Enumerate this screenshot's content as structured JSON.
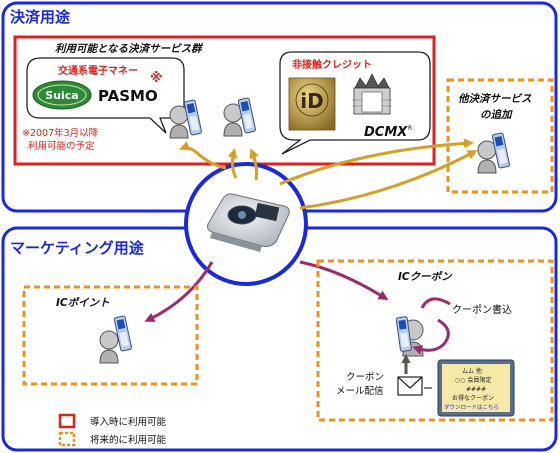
{
  "payment_section": {
    "title": "決済用途",
    "services_group_label": "利用可能となる決済サービス群",
    "transit_bubble": {
      "label": "交通系電子マネー",
      "brands": [
        "Suica",
        "PASMO"
      ],
      "asterisk": "※"
    },
    "credit_bubble": {
      "label": "非接触クレジット",
      "brands": [
        "iD",
        "DCMX"
      ],
      "trademark": "R"
    },
    "footnote_line1": "※2007年3月以降",
    "footnote_line2": "利用可能の予定",
    "future_services_line1": "他決済サービス",
    "future_services_line2": "の追加"
  },
  "marketing_section": {
    "title": "マーケティング用途",
    "ic_point_label": "ICポイント",
    "ic_coupon_label": "ICクーポン",
    "coupon_write_label": "クーポン書込",
    "coupon_mail_line1": "クーポン",
    "coupon_mail_line2": "メール配信",
    "coupon_screen_lines": [
      "ムム 他",
      "○○ 会員限定",
      "####",
      "お得なクーポン",
      "ダウンロードはこちら"
    ]
  },
  "legend": {
    "items": [
      {
        "label": "導入時に利用可能",
        "style": "solid",
        "color": "#e0201c"
      },
      {
        "label": "将来的に利用可能",
        "style": "dashed",
        "color": "#f0901c"
      }
    ]
  },
  "colors": {
    "section_border": "#1a2ad8",
    "available_border": "#e0201c",
    "future_border": "#f0901c",
    "payment_arrow": "#d4a02a",
    "marketing_arrow": "#9c2a6e"
  }
}
